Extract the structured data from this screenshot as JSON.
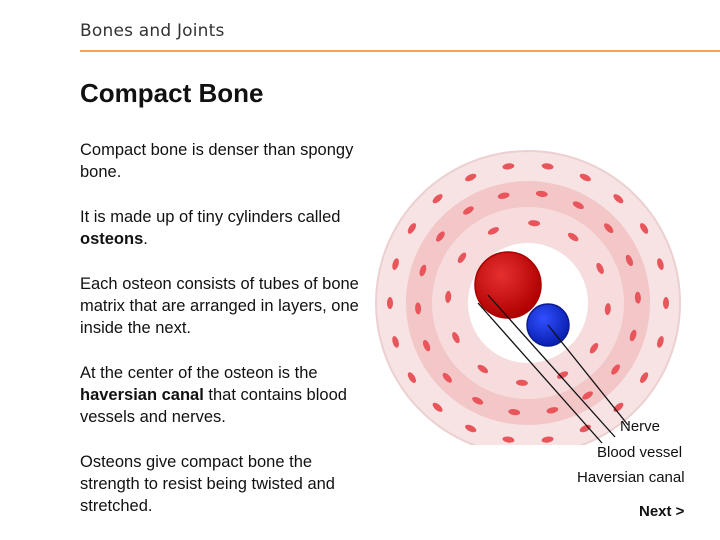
{
  "header": {
    "section_title": "Bones and Joints"
  },
  "page": {
    "title": "Compact Bone"
  },
  "paragraphs": {
    "p1": "Compact bone is denser than spongy bone.",
    "p2_before": "It is made up of tiny cylinders called ",
    "p2_bold": "osteons",
    "p2_after": ".",
    "p3": "Each osteon consists of tubes of bone matrix that are arranged in layers, one inside the next.",
    "p4_before": "At the center of the osteon is the ",
    "p4_bold": "haversian canal",
    "p4_after": " that contains blood vessels and nerves.",
    "p5": "Osteons give compact bone the strength to resist being twisted and stretched."
  },
  "diagram": {
    "labels": {
      "nerve": "Nerve",
      "blood_vessel": "Blood vessel",
      "haversian_canal": "Haversian canal"
    },
    "colors": {
      "outer_ring": "#f7e3e3",
      "inner_ring": "#f3c6c8",
      "cell": "#e8555a",
      "canal": "#ffffff",
      "blood_vessel": "#d01010",
      "nerve": "#1530d8",
      "accent_rule": "#f0a35a"
    }
  },
  "navigation": {
    "next_label": "Next >"
  }
}
